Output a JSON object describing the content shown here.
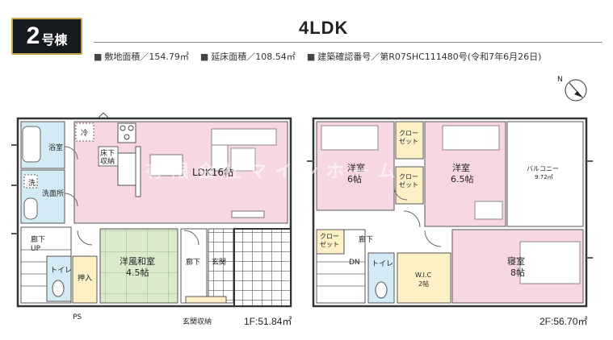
{
  "badge": {
    "number": "2",
    "unit": "号棟"
  },
  "layout_title": "4LDK",
  "info": {
    "site_area": "敷地面積／154.79㎡",
    "floor_area": "延床面積／108.54㎡",
    "permit": "建築確認番号／第R07SHC111480号(令和7年6月26日)"
  },
  "compass": "N",
  "watermark": "有限会社マインホーム",
  "floor1": {
    "area": "1F:51.84㎡",
    "rooms": {
      "bath": "浴室",
      "washroom": "洗面所",
      "wash": "洗",
      "fridge": "冷",
      "underfloor": [
        "床下",
        "収納"
      ],
      "ldk": "LDK16帖",
      "hall1": [
        "廊下",
        "UP"
      ],
      "toilet": "トイレ",
      "closet": "押入",
      "washitsu": [
        "洋風和室",
        "4.5帖"
      ],
      "hall2": "廊下",
      "entrance": "玄関",
      "shoe_storage": "玄関収納",
      "ps": "PS"
    }
  },
  "floor2": {
    "area": "2F:56.70㎡",
    "rooms": {
      "closet_a": [
        "クロー",
        "ゼット"
      ],
      "closet_b": [
        "クロー",
        "ゼット"
      ],
      "closet_c": [
        "クロー",
        "ゼット"
      ],
      "western1": [
        "洋室",
        "6帖"
      ],
      "western2": [
        "洋室",
        "6.5帖"
      ],
      "balcony": [
        "バルコニー",
        "9.72㎡"
      ],
      "hall": "廊下",
      "dn": "DN",
      "toilet": "トイレ",
      "wic": [
        "W.I.C",
        "2帖"
      ],
      "bedroom": [
        "寝室",
        "8帖"
      ]
    }
  }
}
